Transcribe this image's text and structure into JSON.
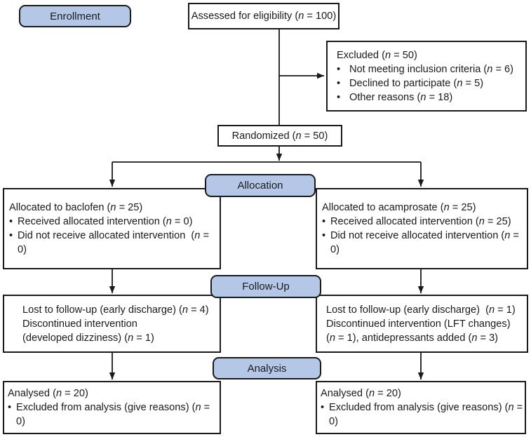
{
  "stages": {
    "enrollment": "Enrollment",
    "allocation": "Allocation",
    "followup": "Follow-Up",
    "analysis": "Analysis"
  },
  "glyphs": {
    "bullet": "•"
  },
  "colors": {
    "stage_fill": "#b4c7e7",
    "box_border": "#1a1a1a",
    "background": "#ffffff"
  },
  "boxes": {
    "assessed": {
      "text": "Assessed for eligibility (n = 100)"
    },
    "excluded": {
      "title": "Excluded (n = 50)",
      "bullets": [
        "Not meeting inclusion criteria (n = 6)",
        "Declined to participate (n = 5)",
        "Other reasons (n = 18)"
      ]
    },
    "randomized": {
      "text": "Randomized (n = 50)"
    },
    "allocation_left": {
      "title": "Allocated to baclofen (n = 25)",
      "bullets": [
        "Received allocated intervention (n = 0)",
        "Did not receive allocated intervention  (n = 0)"
      ]
    },
    "allocation_right": {
      "title": "Allocated to acamprosate (n = 25)",
      "bullets": [
        "Received allocated intervention (n = 25)",
        "Did not receive allocated intervention (n = 0)"
      ]
    },
    "followup_left": {
      "lines": [
        "Lost to follow-up (early discharge) (n = 4)",
        "Discontinued intervention",
        "(developed dizziness) (n = 1)"
      ]
    },
    "followup_right": {
      "lines": [
        "Lost to follow-up (early discharge)  (n = 1)",
        "Discontinued intervention (LFT changes)",
        "(n = 1), antidepressants added (n = 3)"
      ]
    },
    "analysis_left": {
      "title": "Analysed (n = 20)",
      "bullets": [
        "Excluded from analysis (give reasons) (n = 0)"
      ]
    },
    "analysis_right": {
      "title": "Analysed (n = 20)",
      "bullets": [
        "Excluded from analysis (give reasons) (n = 0)"
      ]
    }
  }
}
